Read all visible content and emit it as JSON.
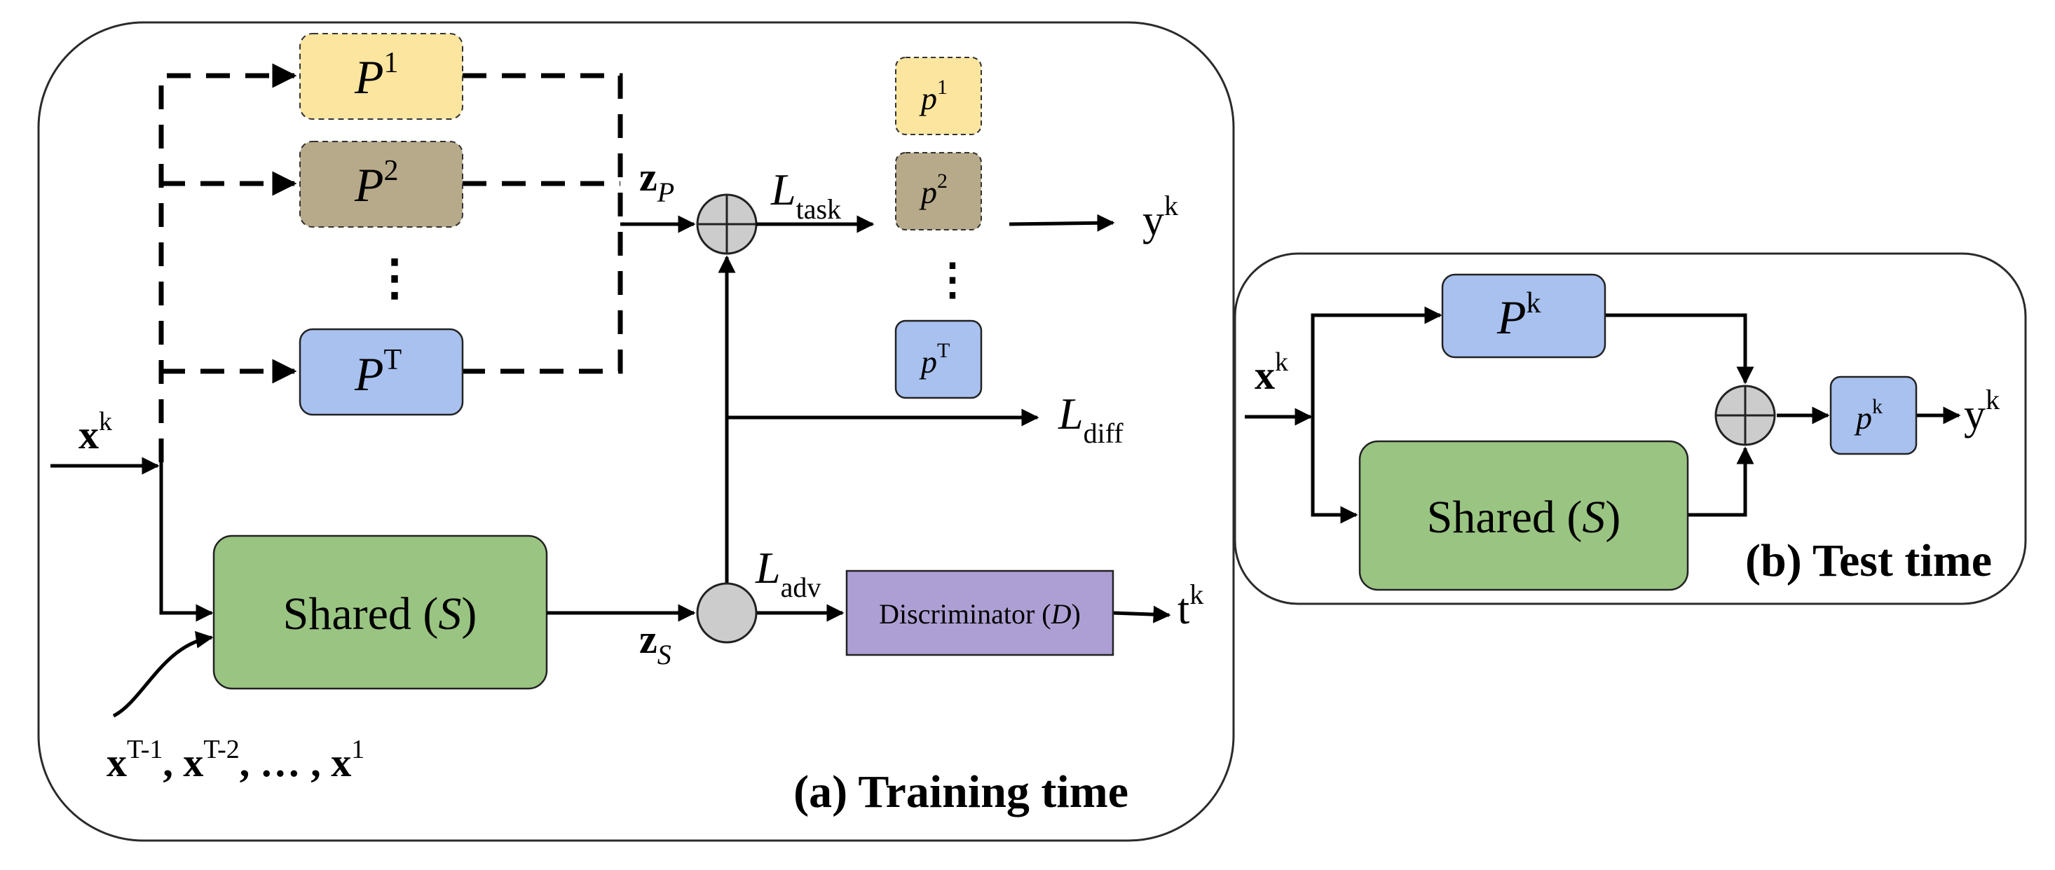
{
  "panel_a": {
    "caption": "(a) Training time",
    "private_encoders": [
      {
        "base": "P",
        "sup": "1",
        "color": "#fbe59f"
      },
      {
        "base": "P",
        "sup": "2",
        "color": "#b7aa8a"
      },
      {
        "base": "P",
        "sup": "T",
        "color": "#a8c1ef"
      }
    ],
    "private_heads": [
      {
        "base": "p",
        "sup": "1",
        "color": "#fbe59f"
      },
      {
        "base": "p",
        "sup": "2",
        "color": "#b7aa8a"
      },
      {
        "base": "p",
        "sup": "T",
        "color": "#a8c1ef"
      }
    ],
    "ellipsis": "⋮",
    "shared_box": {
      "text": "Shared (",
      "sym": "S",
      "close": ")",
      "color": "#9ac482"
    },
    "discriminator_box": {
      "text": "Discriminator (",
      "sym": "D",
      "close": ")",
      "color": "#ad9fd3"
    },
    "input_x": {
      "base": "x",
      "sup": "k"
    },
    "replay_inputs": {
      "x1": "x",
      "s1": "T-1",
      "x2": "x",
      "s2": "T-2",
      "dots": ", … , ",
      "x3": "x",
      "s3": "1",
      "comma": ", "
    },
    "z_p": {
      "base": "z",
      "sub": "P"
    },
    "z_s": {
      "base": "z",
      "sub": "S"
    },
    "l_task": {
      "base": "L",
      "sub": "task"
    },
    "l_diff": {
      "base": "L",
      "sub": "diff"
    },
    "l_adv": {
      "base": "L",
      "sub": "adv"
    },
    "y_out": {
      "base": "y",
      "sup": "k"
    },
    "t_out": {
      "base": "t",
      "sup": "k"
    }
  },
  "panel_b": {
    "caption": "(b) Test time",
    "private_encoder": {
      "base": "P",
      "sup": "k",
      "color": "#a8c1ef"
    },
    "private_head": {
      "base": "p",
      "sup": "k",
      "color": "#a8c1ef"
    },
    "shared_box": {
      "text": "Shared (",
      "sym": "S",
      "close": ")",
      "color": "#9ac482"
    },
    "input_x": {
      "base": "x",
      "sup": "k"
    },
    "y_out": {
      "base": "y",
      "sup": "k"
    }
  },
  "colors": {
    "panel_border": "#2b2b2b",
    "stroke": "#000000",
    "sum_node": "#cccccc",
    "adv_node": "#cccccc"
  }
}
